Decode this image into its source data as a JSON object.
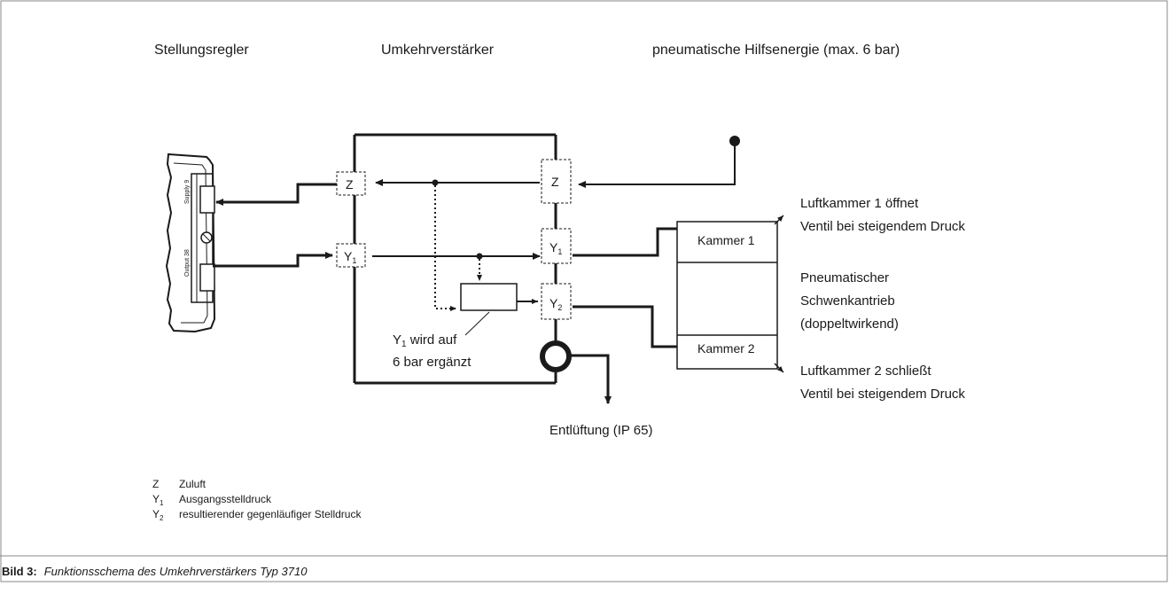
{
  "headers": {
    "positioner": "Stellungsregler",
    "booster": "Umkehrverstärker",
    "supply": "pneumatische Hilfsenergie (max. 6 bar)"
  },
  "positioner_labels": {
    "supply": "Supply 9",
    "output": "Output 38"
  },
  "ports": {
    "z": "Z",
    "y": "Y",
    "sub1": "1",
    "sub2": "2"
  },
  "actuator": {
    "chamber1": "Kammer 1",
    "chamber2": "Kammer 2",
    "chamber1_desc": [
      "Luftkammer 1 öffnet",
      "Ventil bei steigendem Druck"
    ],
    "chamber2_desc": [
      "Luftkammer 2 schließt",
      "Ventil bei steigendem Druck"
    ],
    "name": [
      "Pneumatischer",
      "Schwenkantrieb",
      "(doppeltwirkend)"
    ]
  },
  "note": {
    "y_prefix": "Y",
    "y_sub": "1",
    "line1_rest": " wird auf",
    "line2": "6 bar ergänzt"
  },
  "vent": "Entlüftung (IP 65)",
  "legend": [
    {
      "sym": "Z",
      "sub": "",
      "text": "Zuluft"
    },
    {
      "sym": "Y",
      "sub": "1",
      "text": "Ausgangsstelldruck"
    },
    {
      "sym": "Y",
      "sub": "2",
      "text": "resultierender gegenläufiger Stelldruck"
    }
  ],
  "caption": {
    "label": "Bild 3:",
    "text": "Funktionsschema des Umkehrverstärkers Typ 3710"
  }
}
